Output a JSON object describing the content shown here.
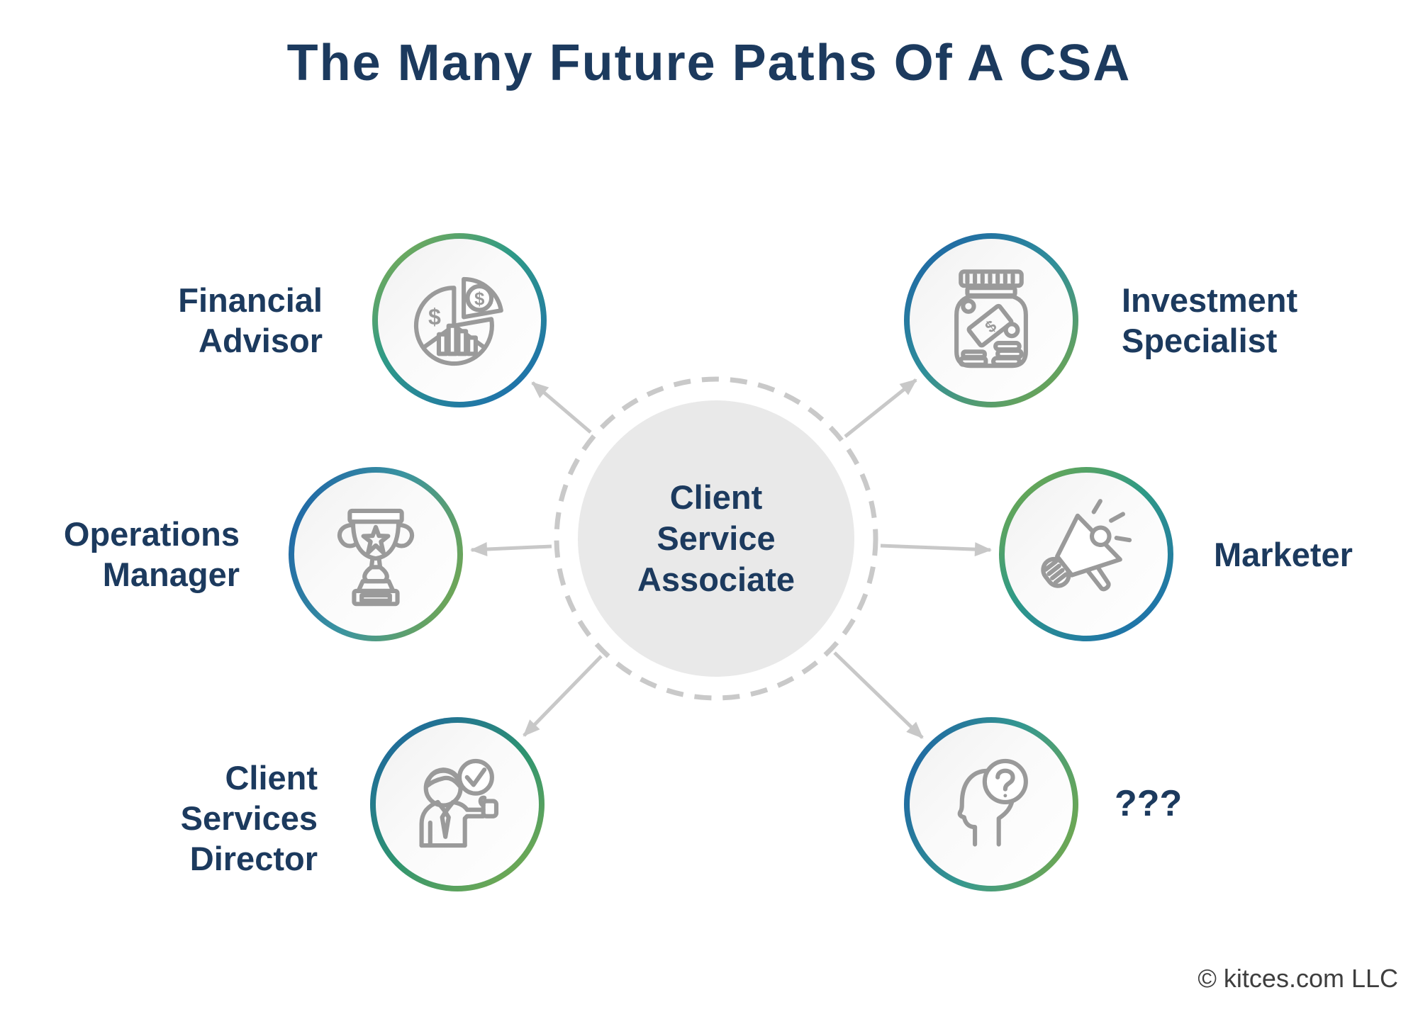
{
  "title": "The Many Future Paths Of A CSA",
  "center": {
    "label": "Client\nService\nAssociate"
  },
  "nodes": [
    {
      "label": "Financial\nAdvisor",
      "icon": "pie-chart-money-icon"
    },
    {
      "label": "Investment\nSpecialist",
      "icon": "money-jar-icon"
    },
    {
      "label": "Operations\nManager",
      "icon": "trophy-icon"
    },
    {
      "label": "Marketer",
      "icon": "megaphone-icon"
    },
    {
      "label": "Client\nServices\nDirector",
      "icon": "person-thumbs-up-check-icon"
    },
    {
      "label": "???",
      "icon": "head-question-icon"
    }
  ],
  "footer": {
    "copyright": "© kitces.com LLC"
  },
  "colors": {
    "navy": "#1c3a5e",
    "green": "#7cab43",
    "blue": "#1a67b5",
    "icon_stroke": "#9a9a9a",
    "connector_gray": "#c8c8c8",
    "center_fill": "#e9e9e9"
  }
}
